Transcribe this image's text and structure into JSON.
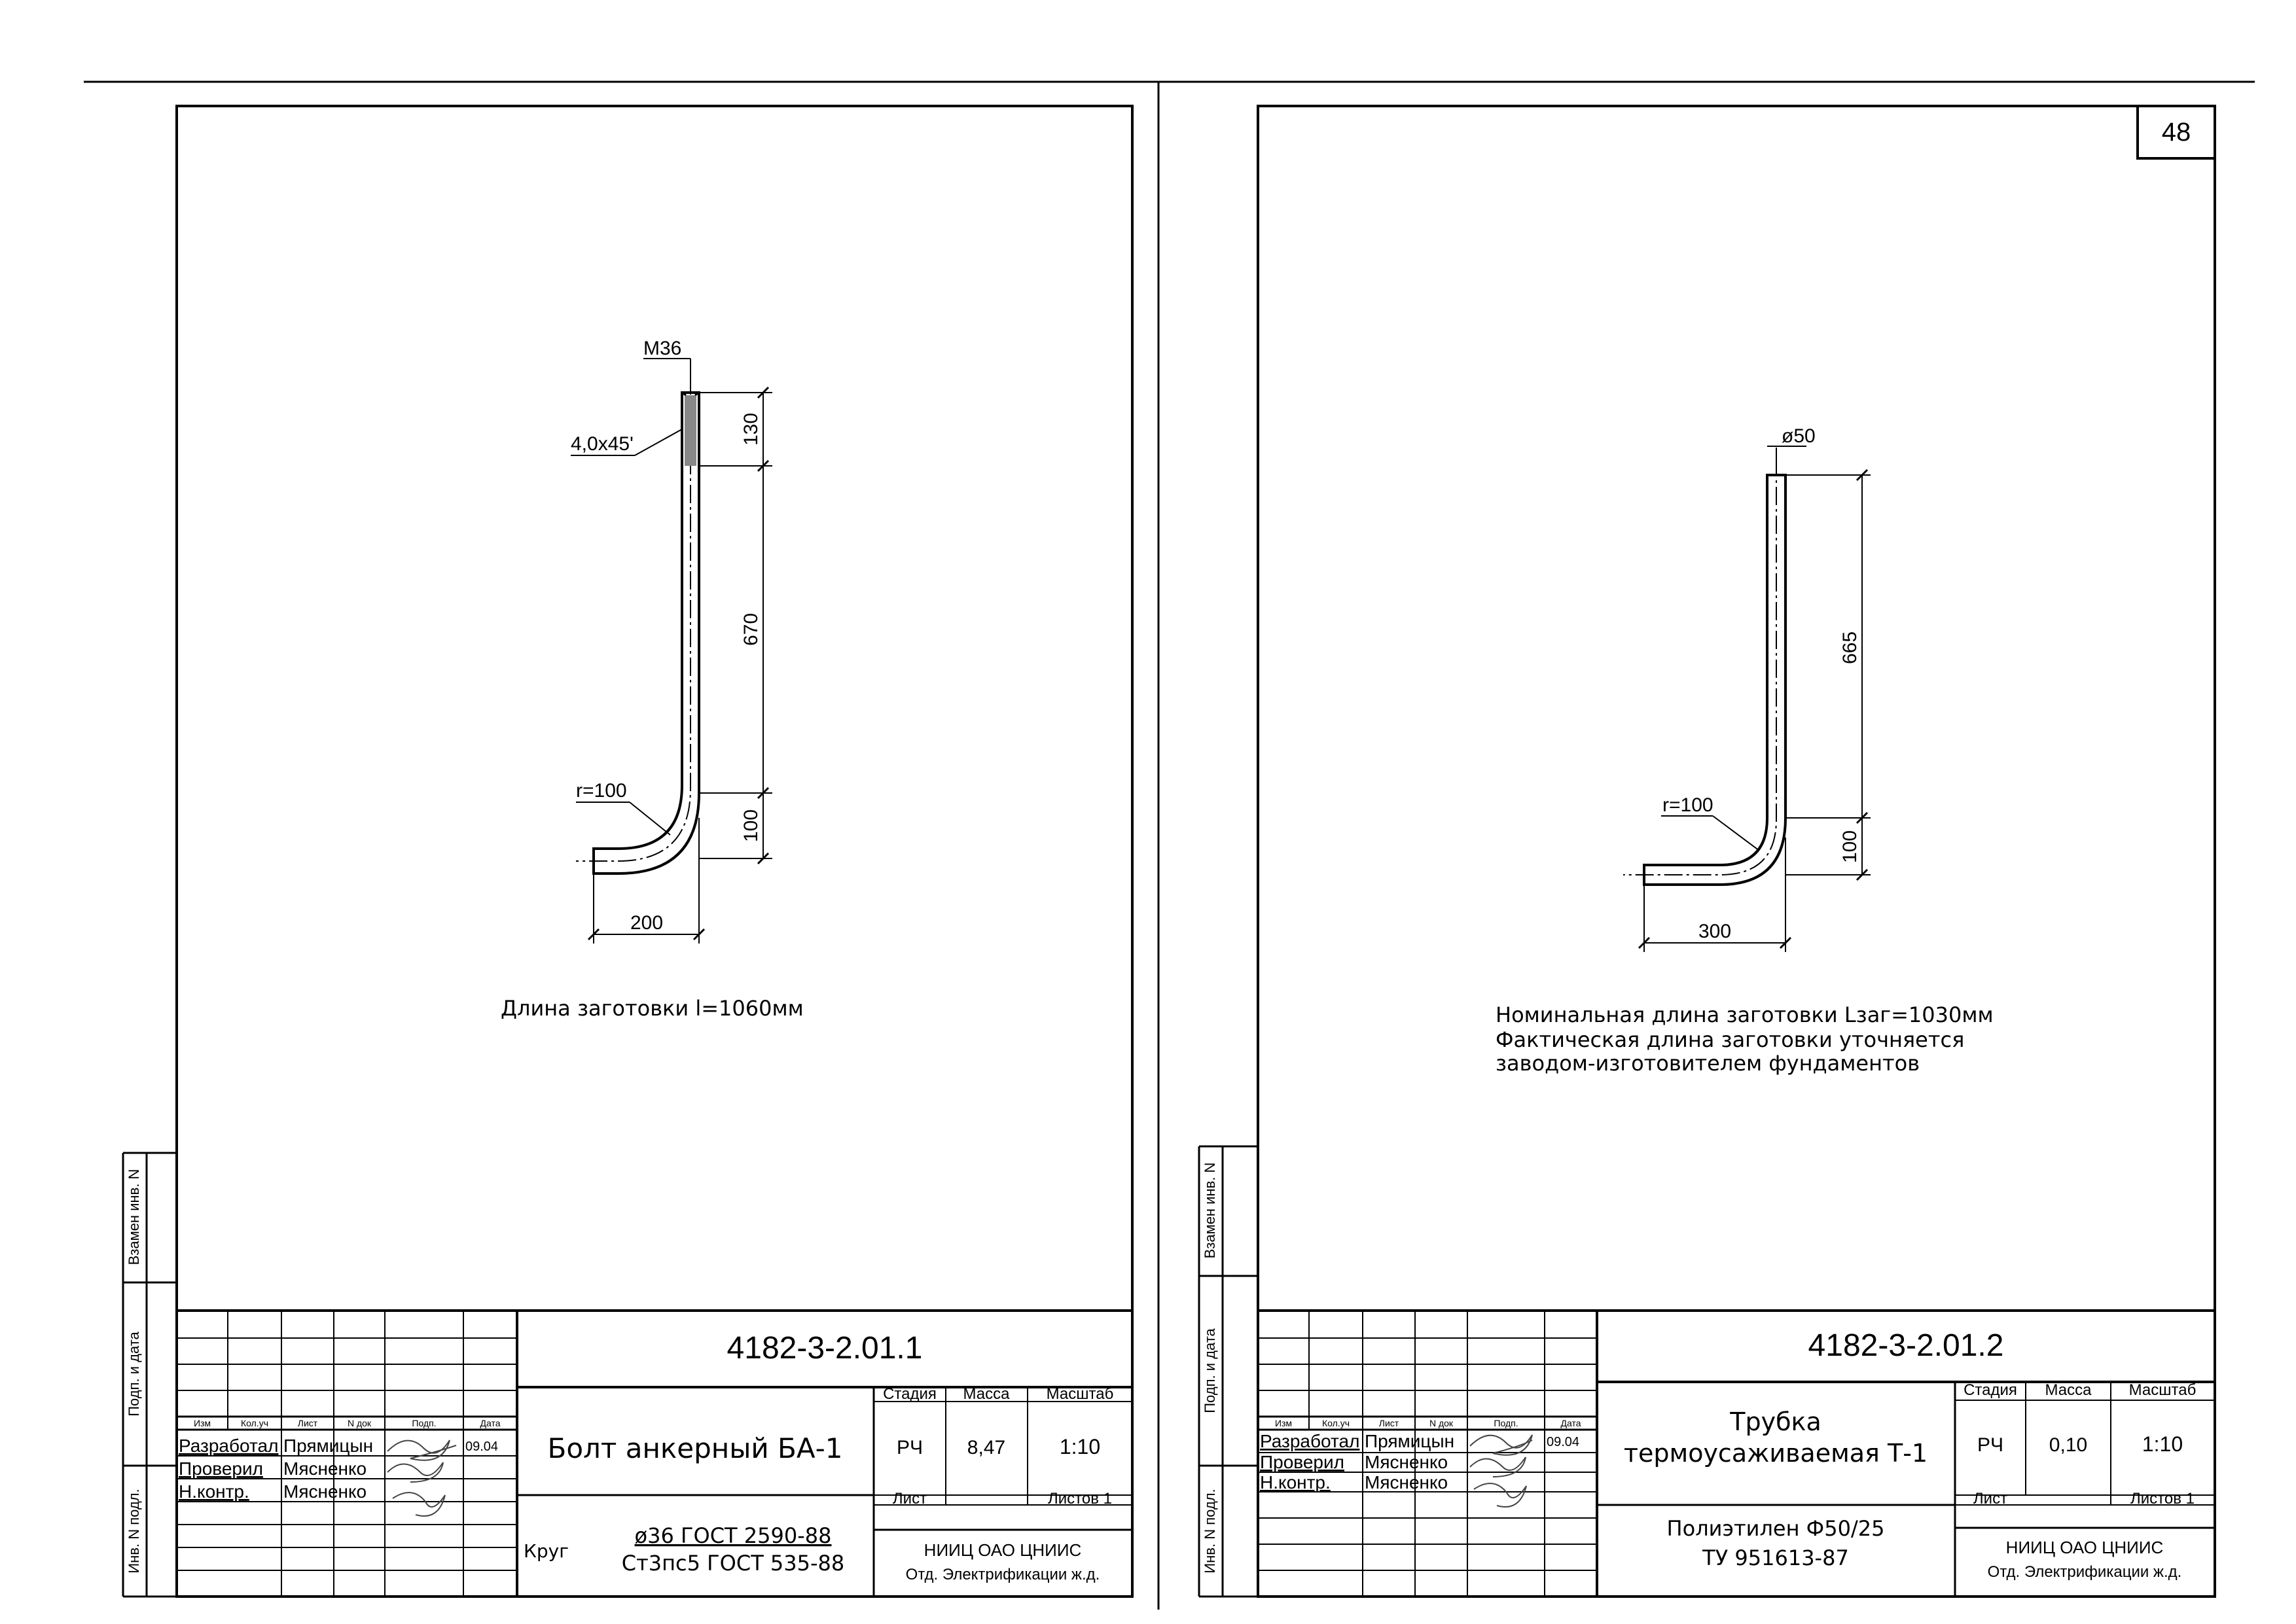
{
  "sheet_left": {
    "part": {
      "chamfer": "4,0x45'",
      "thread": "M36",
      "radius": "r=100",
      "dims": [
        "130",
        "670",
        "100",
        "200"
      ]
    },
    "note": "Длина заготовки l=1060мм",
    "title": {
      "doc": "4182-3-2.01.1",
      "name_lines": [
        "Болт анкерный БА-1"
      ],
      "stage_label": "Стадия",
      "mass_label": "Масса",
      "scale_label": "Масштаб",
      "stage": "РЧ",
      "mass": "8,47",
      "scale": "1:10",
      "sheet_label": "Лист",
      "sheets_label": "Листов 1",
      "mat_prefix": "Круг",
      "mat_line1": "ø36  ГОСТ 2590-88",
      "mat_line2": "Ст3пс5  ГОСТ 535-88",
      "org_line1": "НИИЦ  ОАО ЦНИИС",
      "org_line2": "Отд. Электрификации ж.д.",
      "heads": [
        "Изм",
        "Кол.уч",
        "Лист",
        "N док",
        "Подп.",
        "Дата"
      ],
      "role1": "Разработал",
      "role2": "Проверил",
      "role3": "Н.контр.",
      "person1": "Прямицын",
      "person2": "Мясненко",
      "person3": "Мясненко",
      "date1": "09.04"
    },
    "side_labels": [
      "Взамен инв. N",
      "Подп. и дата",
      "Инв. N подл."
    ]
  },
  "sheet_right": {
    "page_number": "48",
    "part": {
      "diameter": "ø50",
      "radius": "r=100",
      "dims": [
        "665",
        "100",
        "300"
      ]
    },
    "notes": [
      "Номинальная длина заготовки Lзаг=1030мм",
      "Фактическая длина заготовки уточняется",
      "заводом-изготовителем фундаментов"
    ],
    "title": {
      "doc": "4182-3-2.01.2",
      "name_lines": [
        "Трубка",
        "термоусаживаемая Т-1"
      ],
      "stage_label": "Стадия",
      "mass_label": "Масса",
      "scale_label": "Масштаб",
      "stage": "РЧ",
      "mass": "0,10",
      "scale": "1:10",
      "sheet_label": "Лист",
      "sheets_label": "Листов 1",
      "mat_line1": "Полиэтилен Ф50/25",
      "mat_line2": "ТУ 951613-87",
      "org_line1": "НИИЦ  ОАО ЦНИИС",
      "org_line2": "Отд. Электрификации ж.д.",
      "heads": [
        "Изм",
        "Кол.уч",
        "Лист",
        "N док",
        "Подп.",
        "Дата"
      ],
      "role1": "Разработал",
      "role2": "Проверил",
      "role3": "Н.контр.",
      "person1": "Прямицын",
      "person2": "Мясненко",
      "person3": "Мясненко",
      "date1": "09.04"
    },
    "side_labels": [
      "Взамен инв. N",
      "Подп. и дата",
      "Инв. N подл."
    ]
  }
}
